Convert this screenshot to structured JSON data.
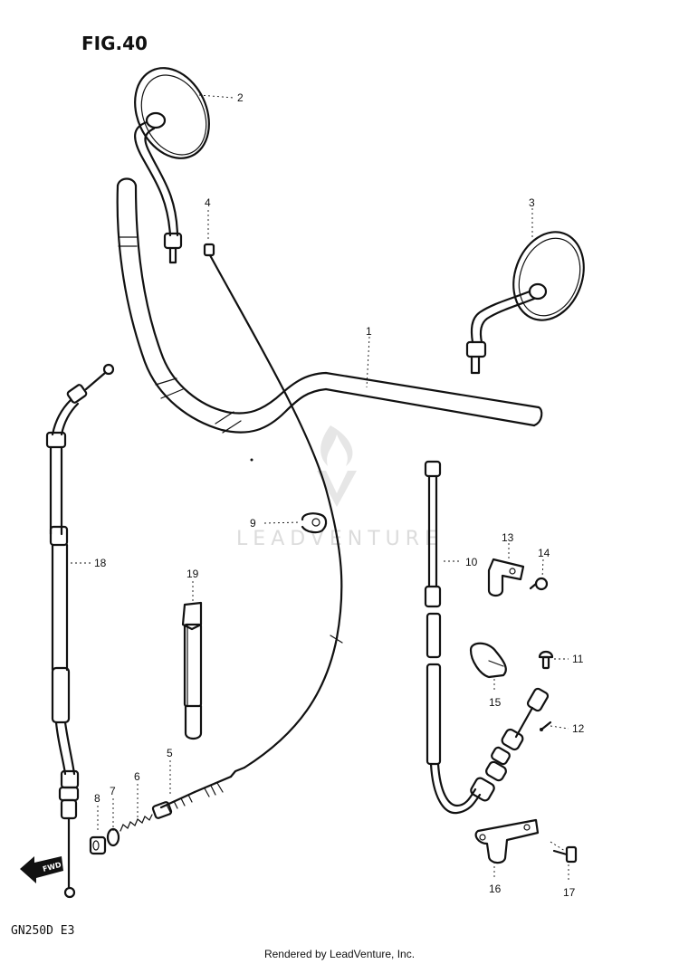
{
  "figure": {
    "title": "FIG.40",
    "model_code": "GN250D E3",
    "footer": "Rendered by LeadVenture, Inc.",
    "watermark": "LEADVENTURE"
  },
  "callouts": [
    {
      "id": "1",
      "label": "1"
    },
    {
      "id": "2",
      "label": "2"
    },
    {
      "id": "3",
      "label": "3"
    },
    {
      "id": "4",
      "label": "4"
    },
    {
      "id": "5",
      "label": "5"
    },
    {
      "id": "6",
      "label": "6"
    },
    {
      "id": "7",
      "label": "7"
    },
    {
      "id": "8",
      "label": "8"
    },
    {
      "id": "9",
      "label": "9"
    },
    {
      "id": "10",
      "label": "10"
    },
    {
      "id": "11",
      "label": "11"
    },
    {
      "id": "12",
      "label": "12"
    },
    {
      "id": "13",
      "label": "13"
    },
    {
      "id": "14",
      "label": "14"
    },
    {
      "id": "15",
      "label": "15"
    },
    {
      "id": "16",
      "label": "16"
    },
    {
      "id": "17",
      "label": "17"
    },
    {
      "id": "18",
      "label": "18"
    },
    {
      "id": "19",
      "label": "19"
    }
  ],
  "direction_marker": "FWD",
  "colors": {
    "ink": "#111111",
    "watermark": "#dcdcdc",
    "background": "#ffffff"
  }
}
